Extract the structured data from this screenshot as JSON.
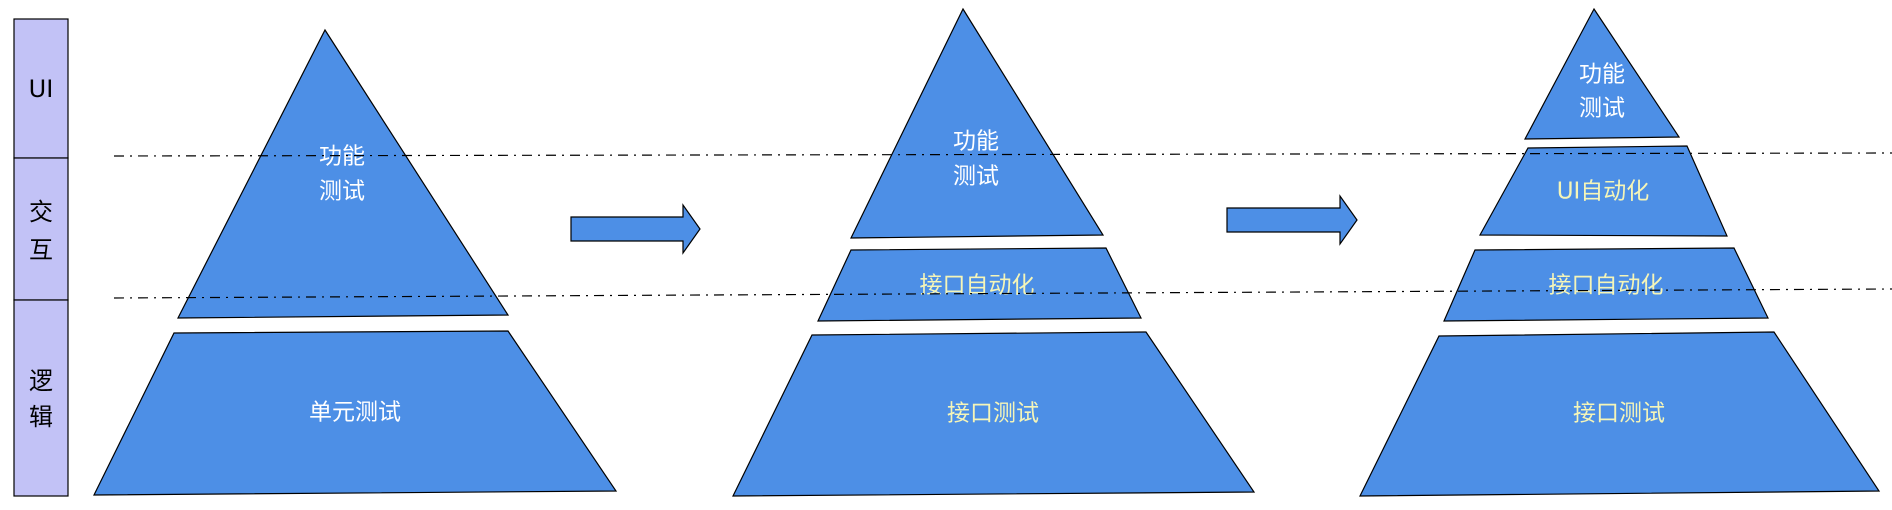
{
  "colors": {
    "shape_fill": "#4d8fe6",
    "layer_fill": "#c2c2f6",
    "text_white": "#ffffff",
    "text_yellow": "#f5f5b8",
    "outline": "#000000"
  },
  "layers": [
    {
      "id": "ui",
      "lines": [
        "UI"
      ]
    },
    {
      "id": "interaction",
      "lines": [
        "交",
        "互"
      ]
    },
    {
      "id": "logic",
      "lines": [
        "逻",
        "辑"
      ]
    }
  ],
  "pyramids": [
    {
      "id": "pyramid-1",
      "sections": [
        {
          "id": "functional-test",
          "lines": [
            "功能",
            "测试"
          ],
          "text_color": "white"
        },
        {
          "id": "unit-test",
          "lines": [
            "单元测试"
          ],
          "text_color": "white"
        }
      ]
    },
    {
      "id": "pyramid-2",
      "sections": [
        {
          "id": "functional-test",
          "lines": [
            "功能",
            "测试"
          ],
          "text_color": "white"
        },
        {
          "id": "interface-automation",
          "lines": [
            "接口自动化"
          ],
          "text_color": "yellow"
        },
        {
          "id": "interface-test",
          "lines": [
            "接口测试"
          ],
          "text_color": "yellow"
        }
      ]
    },
    {
      "id": "pyramid-3",
      "sections": [
        {
          "id": "functional-test",
          "lines": [
            "功能",
            "测试"
          ],
          "text_color": "white"
        },
        {
          "id": "ui-automation",
          "lines": [
            "UI自动化"
          ],
          "text_color": "yellow"
        },
        {
          "id": "interface-automation",
          "lines": [
            "接口自动化"
          ],
          "text_color": "yellow"
        },
        {
          "id": "interface-test",
          "lines": [
            "接口测试"
          ],
          "text_color": "yellow"
        }
      ]
    }
  ]
}
